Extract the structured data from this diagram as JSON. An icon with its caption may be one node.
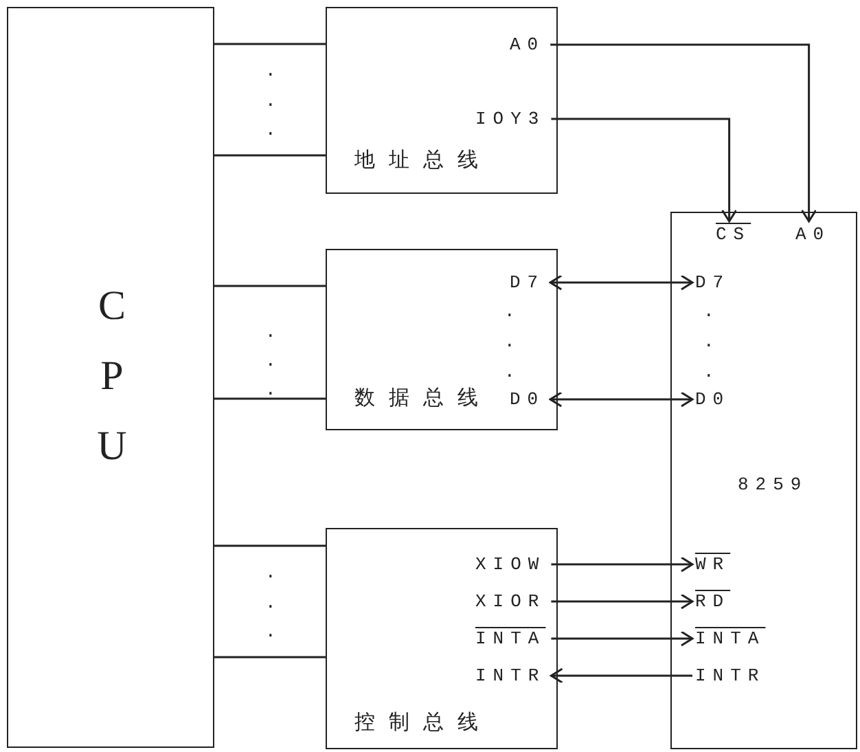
{
  "diagram": {
    "nodes": [
      {
        "text": [
          "CPU"
        ]
      },
      {
        "text": [
          "地址总线"
        ]
      },
      {
        "text": [
          "A0"
        ],
        "in": 1
      },
      {
        "text": [
          "IOY3"
        ],
        "in": 1
      },
      {
        "text": [
          "数据总线"
        ]
      },
      {
        "text": [
          "D7"
        ],
        "in": 4
      },
      {
        "text": [
          "D0"
        ],
        "in": 4
      },
      {
        "text": [
          "控制总线"
        ]
      },
      {
        "text": [
          "XIOW"
        ],
        "in": 7
      },
      {
        "text": [
          "XIOR"
        ],
        "in": 7
      },
      {
        "text": [
          "INTA"
        ],
        "in": 7
      },
      {
        "text": [
          "INTR"
        ],
        "in": 7
      },
      {
        "text": [
          "8259"
        ]
      },
      {
        "text": [
          "CS"
        ],
        "in": 12
      },
      {
        "text": [
          "A0"
        ],
        "in": 12
      },
      {
        "text": [
          "D7"
        ],
        "in": 12
      },
      {
        "text": [
          "D0"
        ],
        "in": 12
      },
      {
        "text": [
          "WR"
        ],
        "in": 12
      },
      {
        "text": [
          "RD"
        ],
        "in": 12
      },
      {
        "text": [
          "INTA"
        ],
        "in": 12
      },
      {
        "text": [
          "INTR"
        ],
        "in": 12
      }
    ],
    "edges": [
      {
        "from": 0,
        "to": 1,
        "arrow": "none"
      },
      {
        "from": 0,
        "to": 1,
        "arrow": "none"
      },
      {
        "from": 0,
        "to": 4,
        "arrow": "none"
      },
      {
        "from": 0,
        "to": 4,
        "arrow": "none"
      },
      {
        "from": 0,
        "to": 7,
        "arrow": "none"
      },
      {
        "from": 0,
        "to": 7,
        "arrow": "none"
      },
      {
        "from": 2,
        "to": 14,
        "arrow": "to"
      },
      {
        "from": 3,
        "to": 13,
        "arrow": "to"
      },
      {
        "from": 5,
        "to": 15,
        "arrow": "both"
      },
      {
        "from": 6,
        "to": 16,
        "arrow": "both"
      },
      {
        "from": 8,
        "to": 17,
        "arrow": "to"
      },
      {
        "from": 9,
        "to": 18,
        "arrow": "to"
      },
      {
        "from": 10,
        "to": 19,
        "arrow": "to"
      },
      {
        "from": 20,
        "to": 11,
        "arrow": "to"
      }
    ],
    "labels": [
      ".",
      ".",
      ".",
      ".",
      ".",
      ".",
      ".",
      ".",
      ".",
      ".",
      ".",
      ".",
      ".",
      ".",
      "."
    ]
  }
}
